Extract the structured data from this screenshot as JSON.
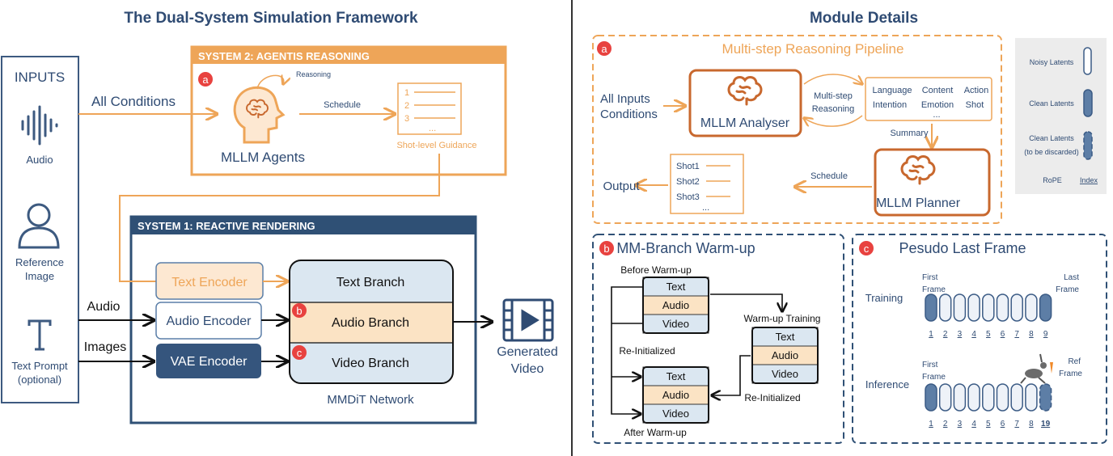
{
  "left": {
    "title": "The Dual-System Simulation Framework",
    "inputs": {
      "heading": "INPUTS",
      "audio": "Audio",
      "reference_line1": "Reference",
      "reference_line2": "Image",
      "text_prompt_line1": "Text Prompt",
      "text_prompt_line2": "(optional)"
    },
    "system2": {
      "header": "SYSTEM 2: AGENTIS REASONING",
      "badge": "a",
      "reasoning": "Reasoning",
      "agents": "MLLM Agents",
      "schedule": "Schedule",
      "list": [
        "1",
        "2",
        "3",
        "..."
      ],
      "guidance": "Shot-level Guidance"
    },
    "all_conditions": "All Conditions",
    "system1": {
      "header": "SYSTEM 1: REACTIVE RENDERING",
      "audio_label": "Audio",
      "images_label": "Images",
      "text_encoder": "Text Encoder",
      "audio_encoder": "Audio Encoder",
      "vae_encoder": "VAE Encoder",
      "text_branch": "Text Branch",
      "audio_branch": "Audio Branch",
      "video_branch": "Video Branch",
      "badge_b": "b",
      "badge_c": "c",
      "network": "MMDiT Network"
    },
    "output_line1": "Generated",
    "output_line2": "Video"
  },
  "right": {
    "title": "Module Details",
    "a": {
      "badge": "a",
      "title": "Multi-step Reasoning Pipeline",
      "inputs_line1": "All Inputs",
      "inputs_line2": "Conditions",
      "analyser": "MLLM Analyser",
      "multistep_line1": "Multi-step",
      "multistep_line2": "Reasoning",
      "attributes": [
        "Language",
        "Content",
        "Action",
        "Intention",
        "Emotion",
        "Shot"
      ],
      "attr_more": "...",
      "summary": "Summary",
      "planner": "MLLM Planner",
      "schedule": "Schedule",
      "shots": [
        "Shot1",
        "Shot2",
        "Shot3"
      ],
      "shots_more": "...",
      "output": "Output"
    },
    "legend": {
      "noisy": "Noisy Latents",
      "clean": "Clean Latents",
      "discard_line1": "Clean Latents",
      "discard_line2": "(to be discarded)",
      "rope": "RoPE",
      "index": "Index"
    },
    "b": {
      "badge": "b",
      "title": "MM-Branch Warm-up",
      "before": "Before Warm-up",
      "warmup_training": "Warm-up Training",
      "reinit_left": "Re-Initialized",
      "reinit_right": "Re-Initialized",
      "after": "After Warm-up",
      "rows": [
        "Text",
        "Audio",
        "Video"
      ]
    },
    "c": {
      "badge": "c",
      "title": "Pesudo Last Frame",
      "training": "Training",
      "inference": "Inference",
      "first_line1": "First",
      "first_line2": "Frame",
      "last_line1": "Last",
      "last_line2": "Frame",
      "ref_line1": "Ref",
      "ref_line2": "Frame",
      "training_indices": [
        "1",
        "2",
        "3",
        "4",
        "5",
        "6",
        "7",
        "8",
        "9"
      ],
      "inference_indices": [
        "1",
        "2",
        "3",
        "4",
        "5",
        "6",
        "7",
        "8",
        "19"
      ]
    }
  },
  "colors": {
    "blue": "#2f4b73",
    "orange": "#eea558",
    "dark_orange": "#c8682e",
    "badge_red": "#e8423f",
    "light_blue": "#dbe7f1",
    "light_orange": "#fbe3c4"
  }
}
